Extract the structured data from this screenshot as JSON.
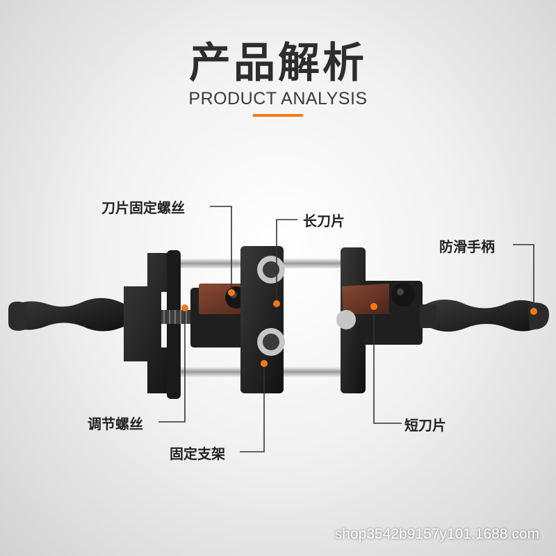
{
  "header": {
    "title": "产品解析",
    "subtitle": "PRODUCT ANALYSIS"
  },
  "colors": {
    "accent": "#f27a1a",
    "tool_body": "#1c1c1c",
    "blade": "#7a3c2a",
    "leader_line": "#333333"
  },
  "callouts": {
    "blade_fixing_screw": "刀片固定螺丝",
    "long_blade": "长刀片",
    "anti_slip_handle": "防滑手柄",
    "adjusting_screw": "调节螺丝",
    "fixing_bracket": "固定支架",
    "short_blade": "短刀片"
  },
  "watermark": "shop3542b9157y101.1688.com"
}
